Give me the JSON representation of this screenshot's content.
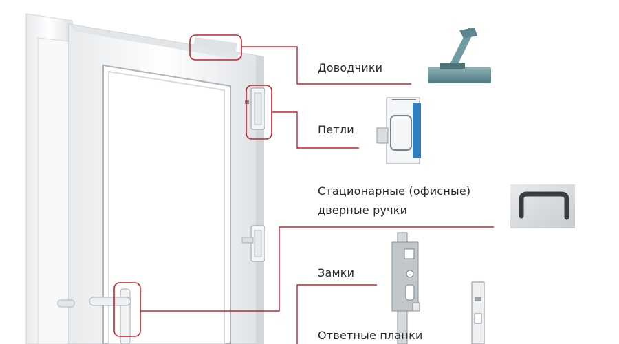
{
  "labels": {
    "closers": "Доводчики",
    "hinges": "Петли",
    "handles_line1": "Стационарные (офисные)",
    "handles_line2": "дверные ручки",
    "locks": "Замки",
    "strikes": "Ответные планки"
  },
  "colors": {
    "leader": "#c8202c",
    "frame": "#f4f4f4",
    "frame_shadow": "#c9ccd0",
    "glass": "#ffffff",
    "closer_metal": "#5f8f95",
    "hinge_blue": "#2f7fc2",
    "hardware_gray": "#9aa0a6"
  }
}
